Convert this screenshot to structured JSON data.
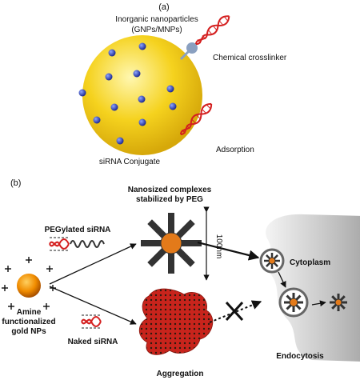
{
  "panel_a": {
    "label": "(a)",
    "nanoparticles_line1": "Inorganic nanoparticles",
    "nanoparticles_line2": "(GNPs/MNPs)",
    "crosslinker": "Chemical crosslinker",
    "adsorption": "Adsorption",
    "conjugate": "siRNA Conjugate"
  },
  "panel_b": {
    "label": "(b)",
    "complexes_line1": "Nanosized complexes",
    "complexes_line2": "stabilized by PEG",
    "pegylated": "PEGylated siRNA",
    "size": "100nm",
    "cytoplasm": "Cytoplasm",
    "amine_line1": "Amine",
    "amine_line2": "functionalized",
    "amine_line3": "gold NPs",
    "naked": "Naked siRNA",
    "aggregation": "Aggregation",
    "endocytosis": "Endocytosis"
  },
  "colors": {
    "gold": "#f2cc1a",
    "dot_blue": "#2230a8",
    "rna_red": "#d42020",
    "linker_gray": "#8aa0c0",
    "aggregate_red": "#c8241c"
  }
}
